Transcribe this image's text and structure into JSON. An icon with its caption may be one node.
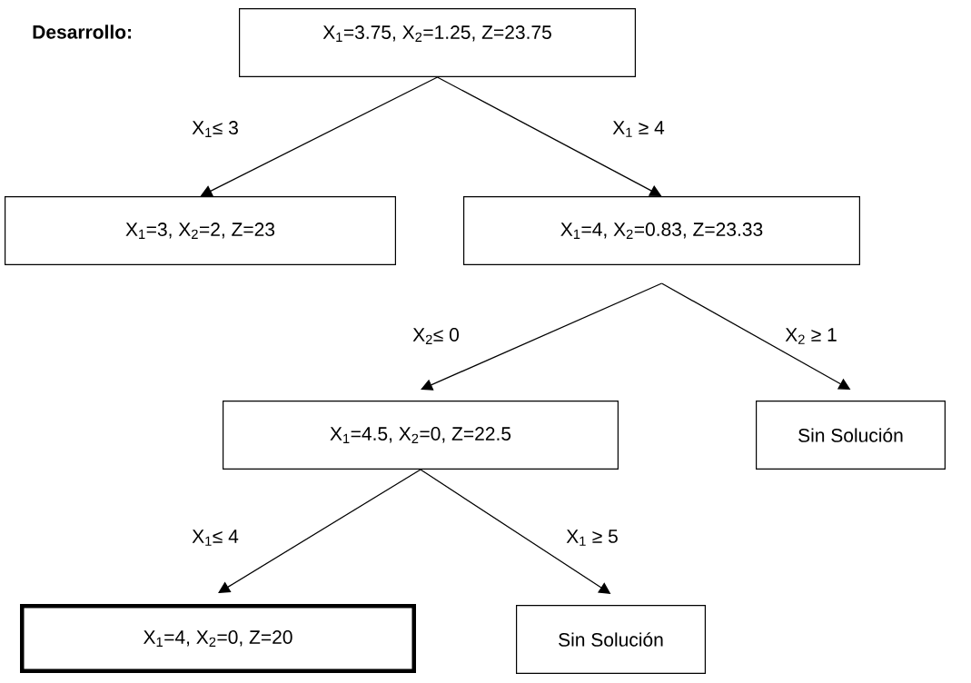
{
  "diagram": {
    "title": "Desarrollo:",
    "nodes": [
      {
        "text": [
          "X$_{1}$=3.75, X$_{2}$=1.25, Z=23.75"
        ]
      },
      {
        "text": [
          "X$_{1}$=3, X$_{2}$=2, Z=23"
        ]
      },
      {
        "text": [
          "X$_{1}$=4, X$_{2}$=0.83, Z=23.33"
        ]
      },
      {
        "text": [
          "X$_{1}$=4.5, X$_{2}$=0, Z=22.5"
        ]
      },
      {
        "text": [
          "Sin Solución"
        ]
      },
      {
        "text": [
          "X$_{1}$=4, X$_{2}$=0, Z=20"
        ]
      },
      {
        "text": [
          "Sin Solución"
        ]
      }
    ],
    "edges": [
      {
        "from": 0,
        "to": 1,
        "arrow": "to",
        "label": "X$_{1}$≤ 3"
      },
      {
        "from": 0,
        "to": 2,
        "arrow": "to",
        "label": "X$_{1}$ ≥ 4"
      },
      {
        "from": 2,
        "to": 3,
        "arrow": "to",
        "label": "X$_{2}$≤ 0"
      },
      {
        "from": 2,
        "to": 4,
        "arrow": "to",
        "label": "X$_{2}$ ≥ 1"
      },
      {
        "from": 3,
        "to": 5,
        "arrow": "to",
        "label": "X$_{1}$≤ 4"
      },
      {
        "from": 3,
        "to": 6,
        "arrow": "to",
        "label": "X$_{1}$ ≥ 5"
      }
    ]
  }
}
